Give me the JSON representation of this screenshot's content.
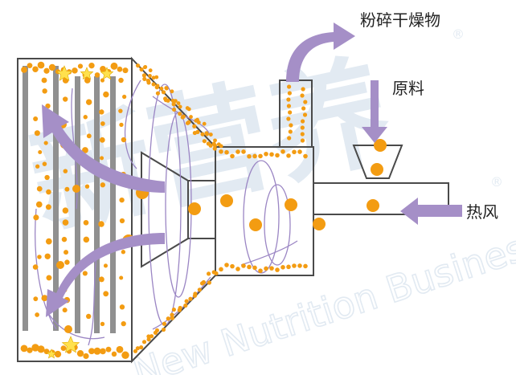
{
  "labels": {
    "product": "粉碎干燥物",
    "raw_material": "原料",
    "hot_air": "热风"
  },
  "watermark": {
    "cn": "新营养",
    "en": "New Nutrition Business",
    "mark": "®"
  },
  "colors": {
    "outline": "#4a4a4a",
    "particle": "#f39c12",
    "arrow": "#a58fc7",
    "flow_line": "#9b86c4",
    "star": "#ffe14d",
    "bar": "#909090",
    "watermark": "#dfe8f1"
  }
}
